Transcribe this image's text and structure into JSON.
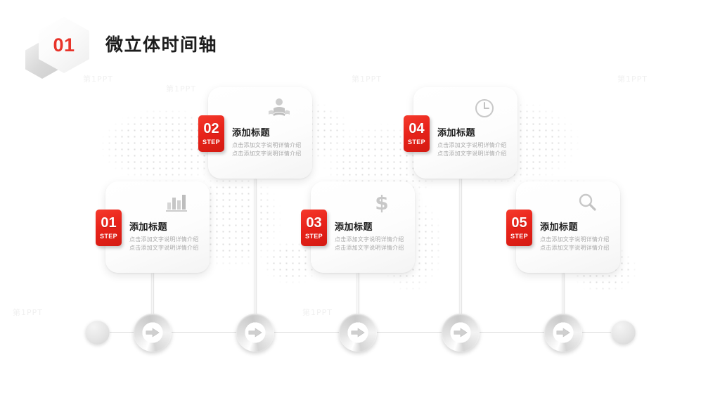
{
  "header": {
    "hex_number": "01",
    "title": "微立体时间轴"
  },
  "colors": {
    "accent_red": "#E8231A",
    "badge_red": "#F53A2C",
    "title_dark": "#1C1C1C",
    "body_gray": "#A9A9A9",
    "line_gray": "#DCDCDC",
    "node_gray": "#C9C9C9"
  },
  "watermarks": [
    "第1PPT",
    "第1PPT",
    "第1PPT",
    "第1PPT",
    "第1PPT",
    "第1PPT"
  ],
  "steps": [
    {
      "number": "01",
      "step_label": "STEP",
      "title": "添加标题",
      "text": "点击添加文字说明详情介绍点击添加文字说明详情介绍",
      "icon": "bar-chart-icon",
      "position": "down"
    },
    {
      "number": "02",
      "step_label": "STEP",
      "title": "添加标题",
      "text": "点击添加文字说明详情介绍点击添加文字说明详情介绍",
      "icon": "person-reading-icon",
      "position": "up"
    },
    {
      "number": "03",
      "step_label": "STEP",
      "title": "添加标题",
      "text": "点击添加文字说明详情介绍点击添加文字说明详情介绍",
      "icon": "dollar-sign-icon",
      "position": "down"
    },
    {
      "number": "04",
      "step_label": "STEP",
      "title": "添加标题",
      "text": "点击添加文字说明详情介绍点击添加文字说明详情介绍",
      "icon": "clock-icon",
      "position": "up"
    },
    {
      "number": "05",
      "step_label": "STEP",
      "title": "添加标题",
      "text": "点击添加文字说明详情介绍点击添加文字说明详情介绍",
      "icon": "magnifier-icon",
      "position": "down"
    }
  ],
  "timeline": {
    "node_icon": "arrow-right-icon",
    "end_cap_icon": "circle-dot-icon",
    "node_count": 5
  }
}
